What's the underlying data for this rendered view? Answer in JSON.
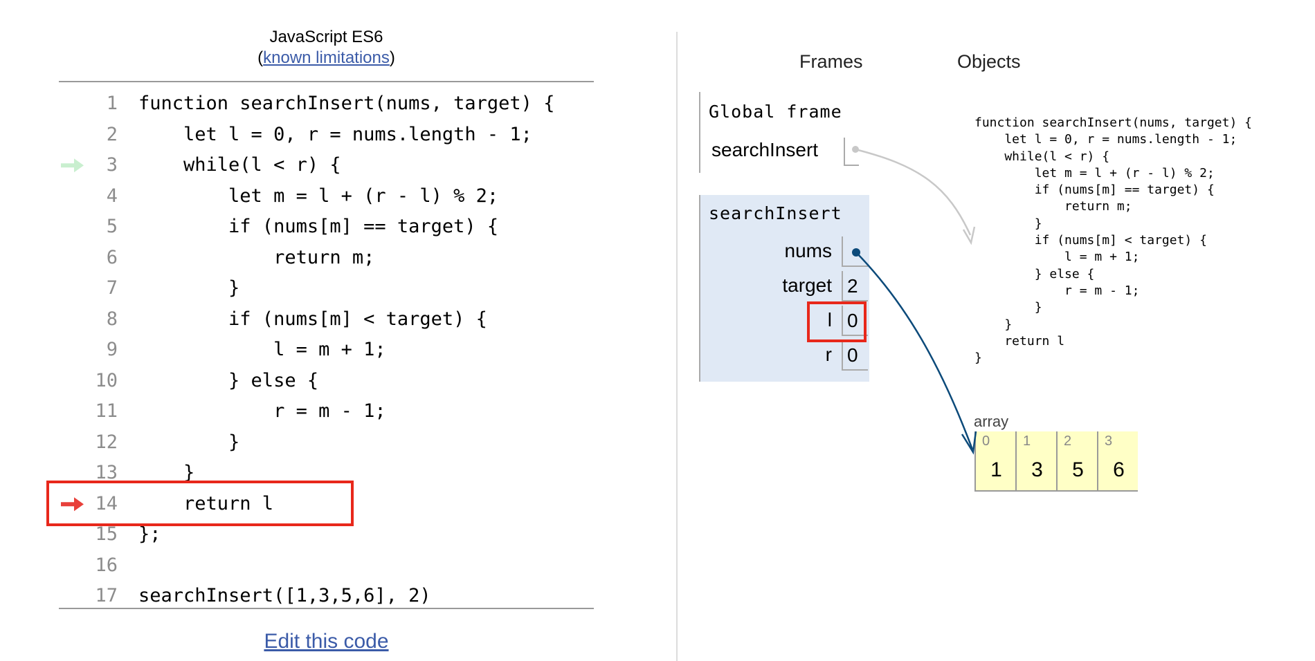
{
  "left_panel": {
    "language": "JavaScript ES6",
    "limits_open": "(",
    "limits_link": "known limitations",
    "limits_close": ")",
    "code_lines": [
      {
        "num": "1",
        "text": "function searchInsert(nums, target) {"
      },
      {
        "num": "2",
        "text": "    let l = 0, r = nums.length - 1;"
      },
      {
        "num": "3",
        "text": "    while(l < r) {"
      },
      {
        "num": "4",
        "text": "        let m = l + (r - l) % 2;"
      },
      {
        "num": "5",
        "text": "        if (nums[m] == target) {"
      },
      {
        "num": "6",
        "text": "            return m;"
      },
      {
        "num": "7",
        "text": "        }"
      },
      {
        "num": "8",
        "text": "        if (nums[m] < target) {"
      },
      {
        "num": "9",
        "text": "            l = m + 1;"
      },
      {
        "num": "10",
        "text": "        } else {"
      },
      {
        "num": "11",
        "text": "            r = m - 1;"
      },
      {
        "num": "12",
        "text": "        }"
      },
      {
        "num": "13",
        "text": "    }"
      },
      {
        "num": "14",
        "text": "    return l"
      },
      {
        "num": "15",
        "text": "};"
      },
      {
        "num": "16",
        "text": ""
      },
      {
        "num": "17",
        "text": "searchInsert([1,3,5,6], 2)"
      }
    ],
    "prev_line": 3,
    "current_line": 14,
    "prev_arrow_color": "#c9efcf",
    "current_arrow_color": "#e8403a",
    "edit_link": "Edit this code"
  },
  "right_panel": {
    "frames_header": "Frames",
    "objects_header": "Objects",
    "global_frame": {
      "label": "Global frame",
      "var_name": "searchInsert"
    },
    "function_frame": {
      "label": "searchInsert",
      "variables": [
        {
          "name": "nums",
          "value": ""
        },
        {
          "name": "target",
          "value": "2"
        },
        {
          "name": "l",
          "value": "0"
        },
        {
          "name": "r",
          "value": "0"
        }
      ]
    },
    "function_object_code": "function searchInsert(nums, target) {\n    let l = 0, r = nums.length - 1;\n    while(l < r) {\n        let m = l + (r - l) % 2;\n        if (nums[m] == target) {\n            return m;\n        }\n        if (nums[m] < target) {\n            l = m + 1;\n        } else {\n            r = m - 1;\n        }\n    }\n    return l\n}",
    "array": {
      "label": "array",
      "items": [
        {
          "index": "0",
          "value": "1"
        },
        {
          "index": "1",
          "value": "3"
        },
        {
          "index": "2",
          "value": "5"
        },
        {
          "index": "3",
          "value": "6"
        }
      ]
    },
    "colors": {
      "frame_bg": "#e0e9f5",
      "array_bg": "#ffffc6",
      "pointer_active": "#0c4a7a",
      "pointer_inactive": "#c8c8c8",
      "highlight_box": "#e8281b"
    }
  }
}
